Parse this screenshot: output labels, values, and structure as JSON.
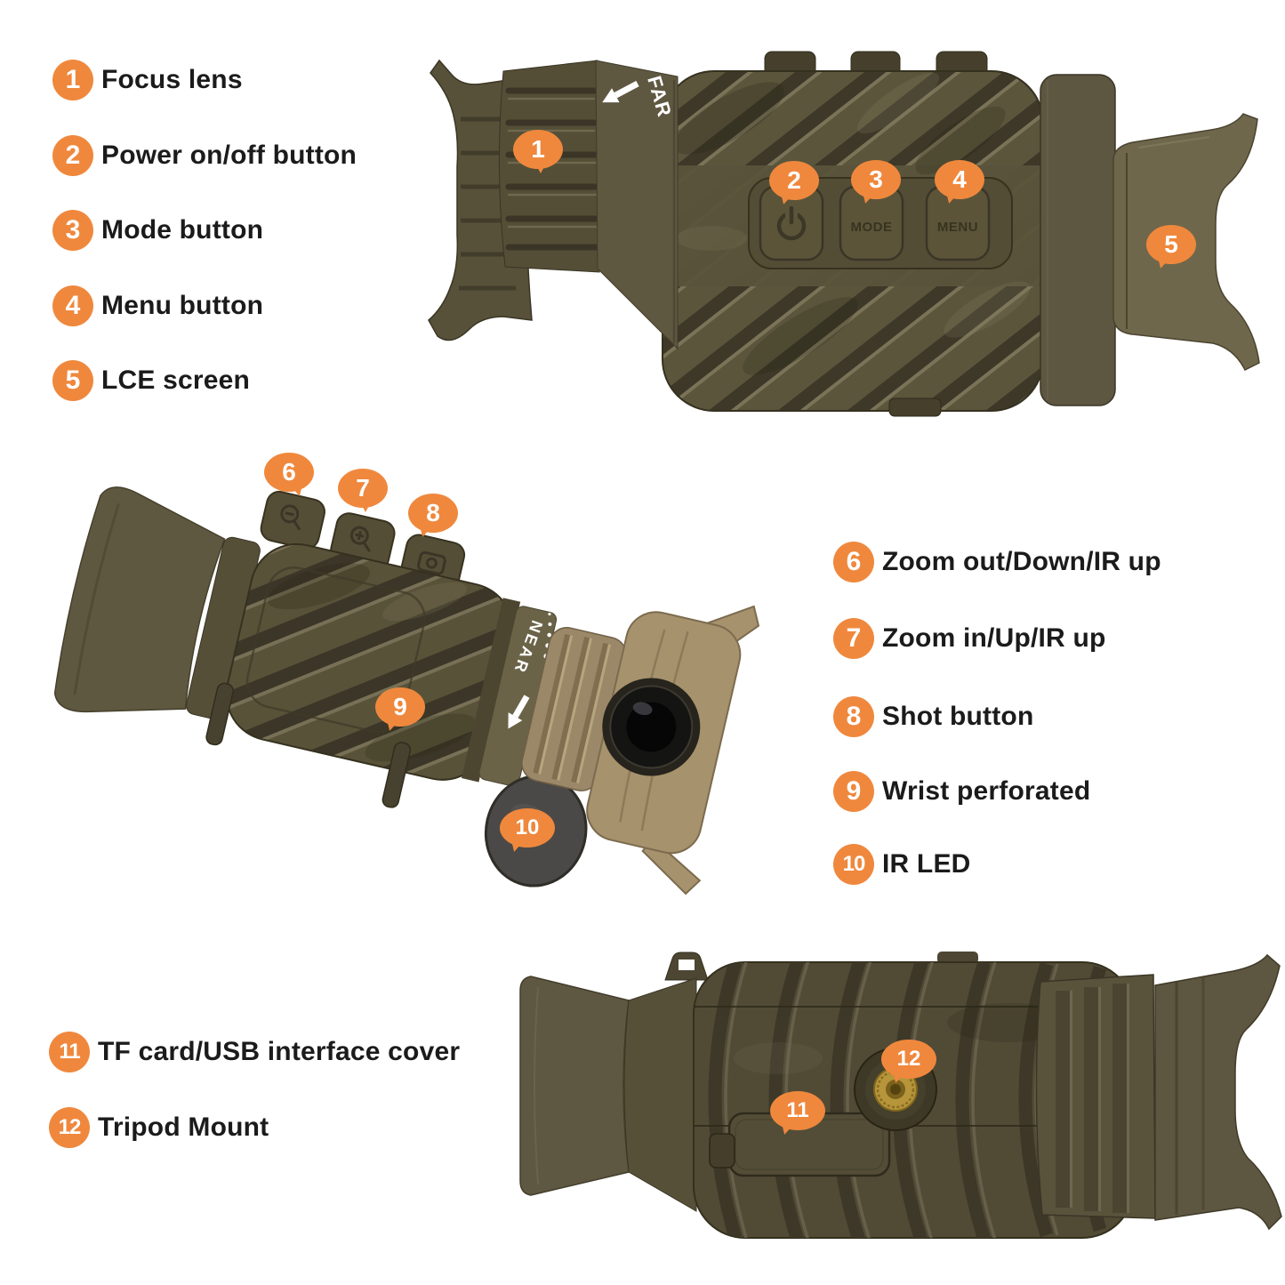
{
  "background": "#ffffff",
  "accent_orange": "#EF883D",
  "legend": {
    "left": {
      "items": [
        {
          "num": "1",
          "label": "Focus lens"
        },
        {
          "num": "2",
          "label": "Power on/off button"
        },
        {
          "num": "3",
          "label": "Mode button"
        },
        {
          "num": "4",
          "label": "Menu button"
        },
        {
          "num": "5",
          "label": "LCE screen"
        }
      ]
    },
    "right": {
      "items": [
        {
          "num": "6",
          "label": "Zoom out/Down/IR up"
        },
        {
          "num": "7",
          "label": "Zoom in/Up/IR up"
        },
        {
          "num": "8",
          "label": "Shot button"
        },
        {
          "num": "9",
          "label": "Wrist perforated"
        },
        {
          "num": "10",
          "label": "IR LED"
        }
      ]
    },
    "bottom": {
      "items": [
        {
          "num": "11",
          "label": "TF card/USB interface cover"
        },
        {
          "num": "12",
          "label": "Tripod Mount"
        }
      ]
    }
  },
  "devices": {
    "side_view": {
      "far_marking": "FAR",
      "mode_button_label": "MODE",
      "menu_button_label": "MENU",
      "callouts": [
        "1",
        "2",
        "3",
        "4",
        "5"
      ]
    },
    "angled_view": {
      "near_marking": "NEAR",
      "callouts": [
        "6",
        "7",
        "8",
        "9",
        "10"
      ]
    },
    "bottom_view": {
      "callouts": [
        "11",
        "12"
      ]
    }
  },
  "icons": {
    "power": "power-icon",
    "zoom_out": "magnifier-minus-icon",
    "zoom_in": "magnifier-plus-icon",
    "shot": "camera-icon"
  }
}
